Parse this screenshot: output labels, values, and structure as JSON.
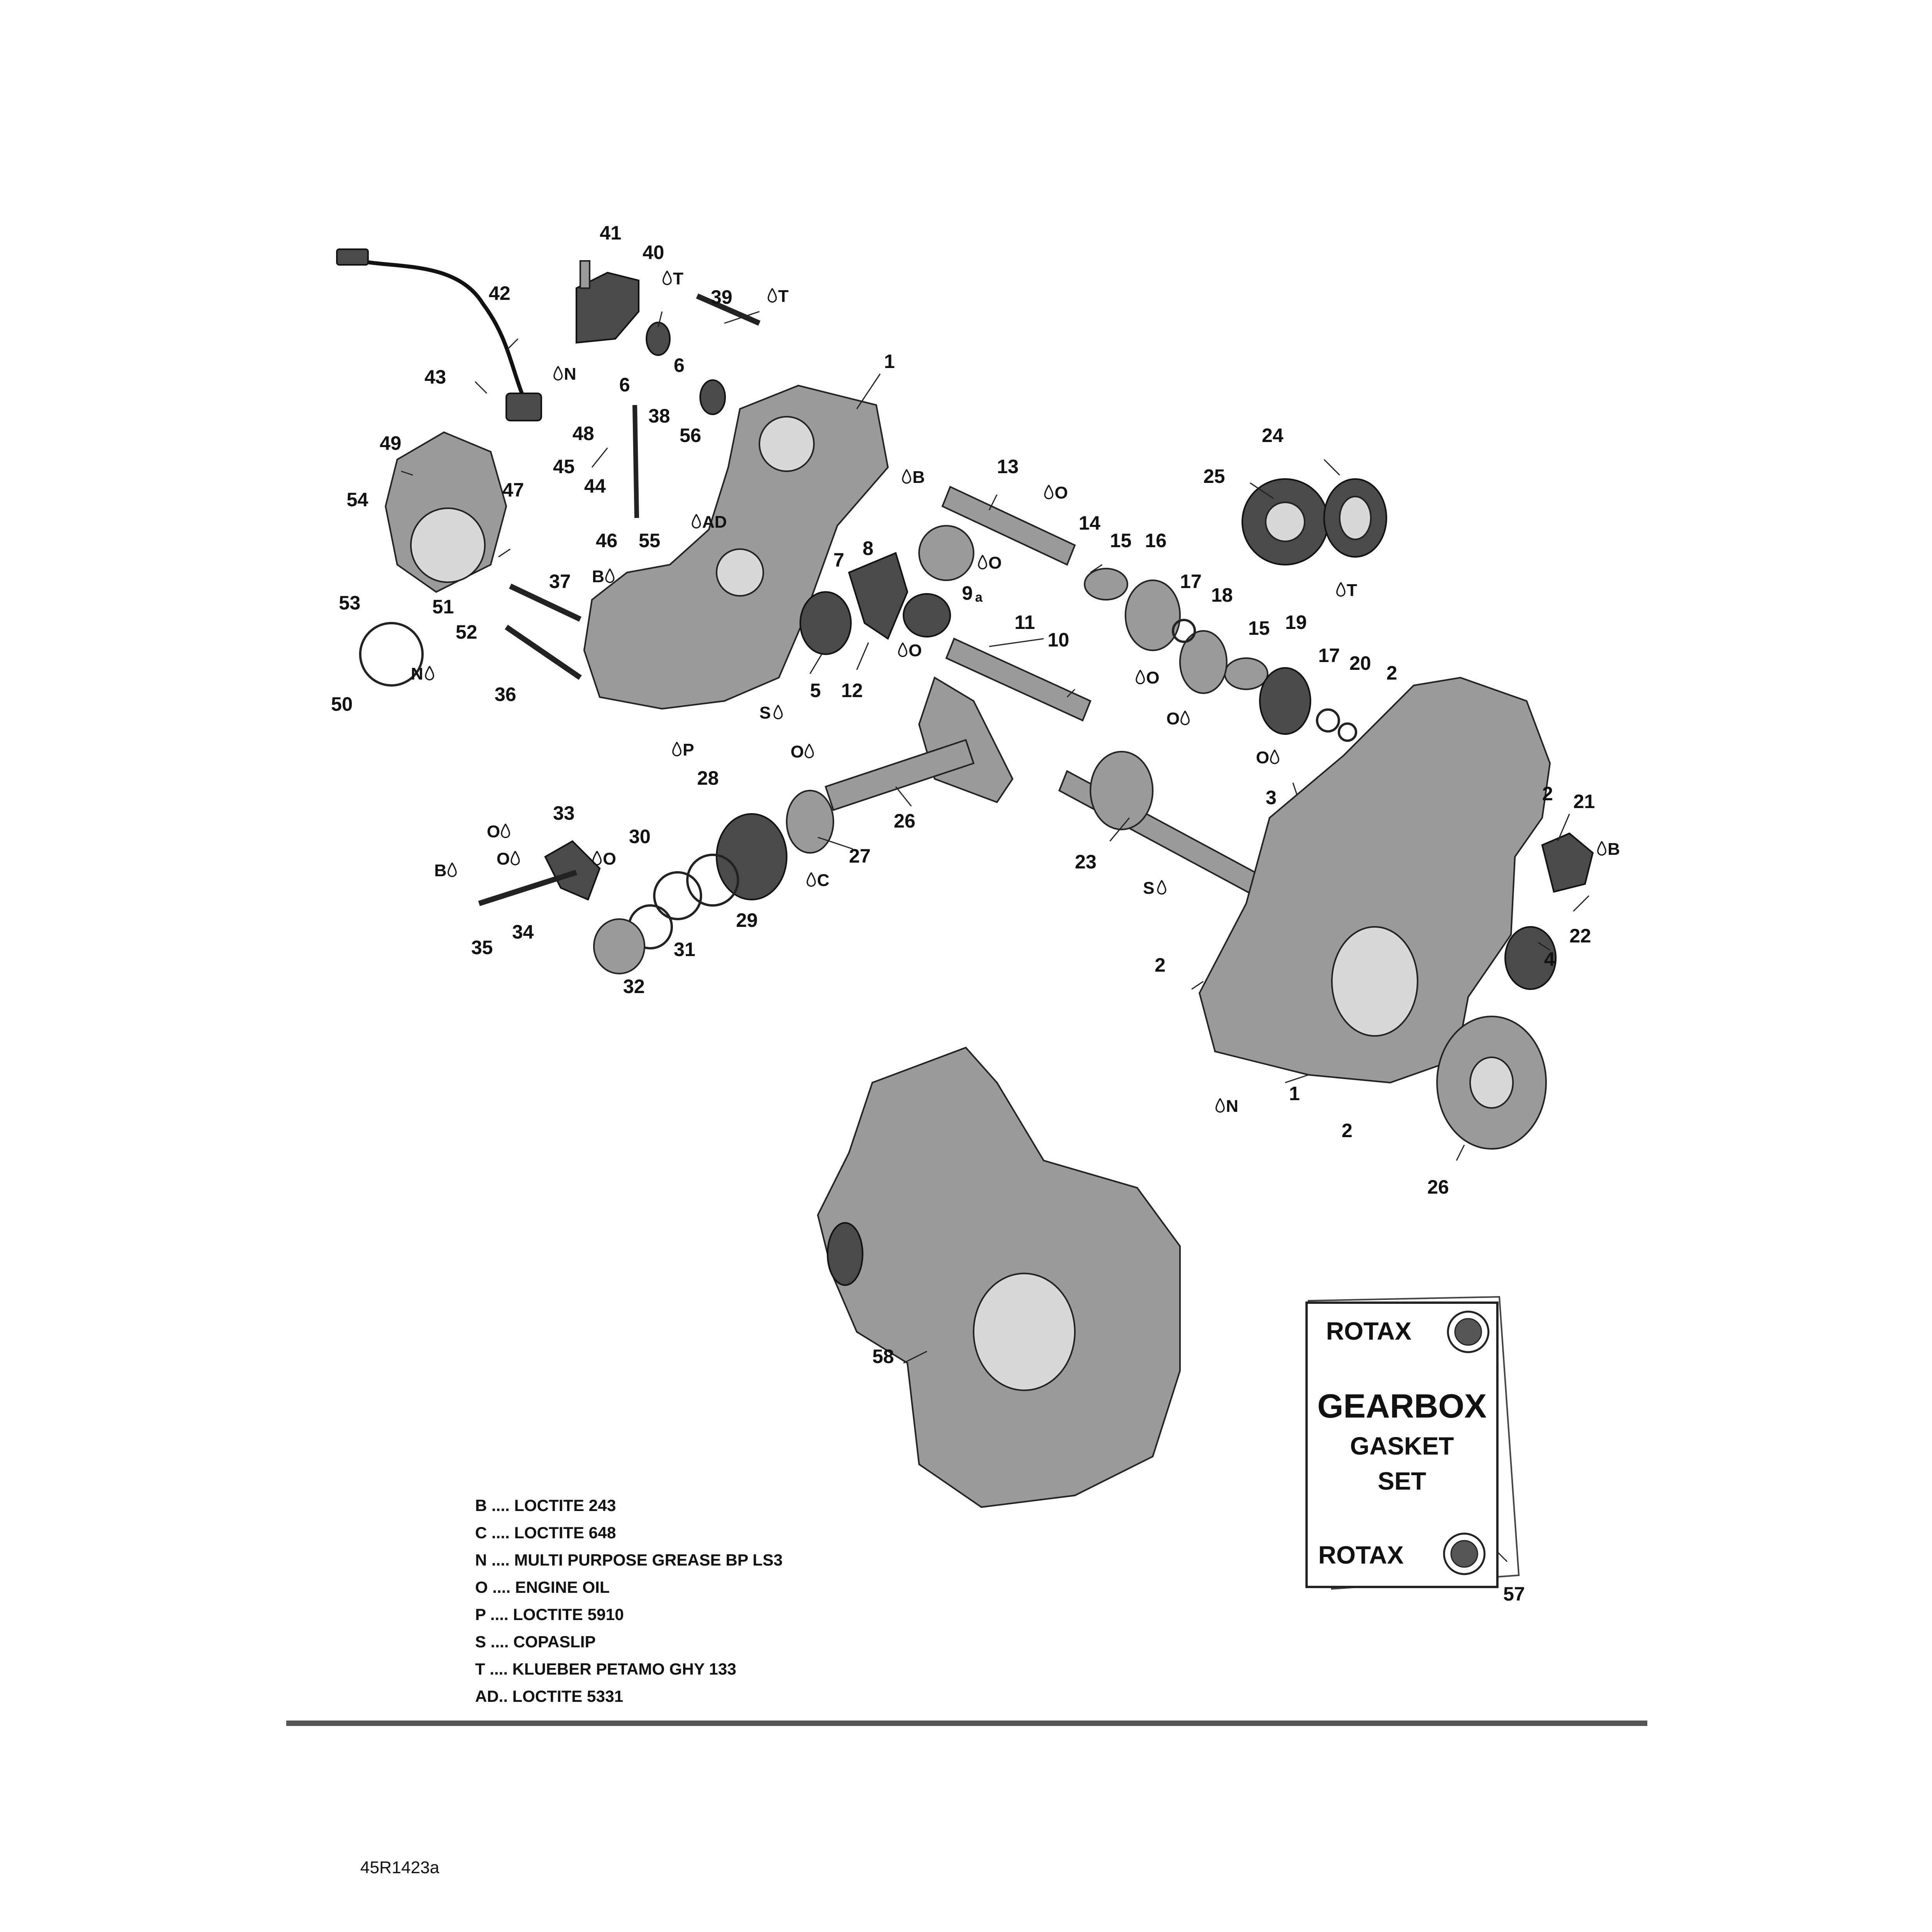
{
  "callouts": [
    {
      "id": "c1a",
      "label": "1"
    },
    {
      "id": "c1b",
      "label": "1"
    },
    {
      "id": "c2a",
      "label": "2"
    },
    {
      "id": "c2b",
      "label": "2"
    },
    {
      "id": "c2c",
      "label": "2"
    },
    {
      "id": "c2d",
      "label": "2"
    },
    {
      "id": "c3",
      "label": "3"
    },
    {
      "id": "c4",
      "label": "4"
    },
    {
      "id": "c5",
      "label": "5"
    },
    {
      "id": "c6a",
      "label": "6"
    },
    {
      "id": "c6b",
      "label": "6"
    },
    {
      "id": "c7",
      "label": "7"
    },
    {
      "id": "c8",
      "label": "8"
    },
    {
      "id": "c9",
      "label": "9"
    },
    {
      "id": "c10",
      "label": "10"
    },
    {
      "id": "c11",
      "label": "11"
    },
    {
      "id": "c12",
      "label": "12"
    },
    {
      "id": "c13",
      "label": "13"
    },
    {
      "id": "c14",
      "label": "14"
    },
    {
      "id": "c15a",
      "label": "15"
    },
    {
      "id": "c15b",
      "label": "15"
    },
    {
      "id": "c16",
      "label": "16"
    },
    {
      "id": "c17a",
      "label": "17"
    },
    {
      "id": "c17b",
      "label": "17"
    },
    {
      "id": "c18",
      "label": "18"
    },
    {
      "id": "c19",
      "label": "19"
    },
    {
      "id": "c20",
      "label": "20"
    },
    {
      "id": "c21",
      "label": "21"
    },
    {
      "id": "c22",
      "label": "22"
    },
    {
      "id": "c23",
      "label": "23"
    },
    {
      "id": "c24",
      "label": "24"
    },
    {
      "id": "c25",
      "label": "25"
    },
    {
      "id": "c26a",
      "label": "26"
    },
    {
      "id": "c26b",
      "label": "26"
    },
    {
      "id": "c27",
      "label": "27"
    },
    {
      "id": "c28",
      "label": "28"
    },
    {
      "id": "c29",
      "label": "29"
    },
    {
      "id": "c30",
      "label": "30"
    },
    {
      "id": "c31",
      "label": "31"
    },
    {
      "id": "c32",
      "label": "32"
    },
    {
      "id": "c33",
      "label": "33"
    },
    {
      "id": "c34",
      "label": "34"
    },
    {
      "id": "c35",
      "label": "35"
    },
    {
      "id": "c36",
      "label": "36"
    },
    {
      "id": "c37",
      "label": "37"
    },
    {
      "id": "c38",
      "label": "38"
    },
    {
      "id": "c39",
      "label": "39"
    },
    {
      "id": "c40",
      "label": "40"
    },
    {
      "id": "c41",
      "label": "41"
    },
    {
      "id": "c42",
      "label": "42"
    },
    {
      "id": "c43",
      "label": "43"
    },
    {
      "id": "c44",
      "label": "44"
    },
    {
      "id": "c45",
      "label": "45"
    },
    {
      "id": "c46",
      "label": "46"
    },
    {
      "id": "c47",
      "label": "47"
    },
    {
      "id": "c48",
      "label": "48"
    },
    {
      "id": "c49",
      "label": "49"
    },
    {
      "id": "c50",
      "label": "50"
    },
    {
      "id": "c51",
      "label": "51"
    },
    {
      "id": "c52",
      "label": "52"
    },
    {
      "id": "c53",
      "label": "53"
    },
    {
      "id": "c54",
      "label": "54"
    },
    {
      "id": "c55",
      "label": "55"
    },
    {
      "id": "c56",
      "label": "56"
    },
    {
      "id": "c57",
      "label": "57"
    },
    {
      "id": "c58",
      "label": "58"
    }
  ],
  "callout_suffix": {
    "nine_sub": "a"
  },
  "application_marks": [
    {
      "id": "mT1",
      "code": "T"
    },
    {
      "id": "mT2",
      "code": "T"
    },
    {
      "id": "mT3",
      "code": "T"
    },
    {
      "id": "mN1",
      "code": "N"
    },
    {
      "id": "mN2",
      "code": "N"
    },
    {
      "id": "mN3",
      "code": "N"
    },
    {
      "id": "mAD",
      "code": "AD"
    },
    {
      "id": "mB1",
      "code": "B"
    },
    {
      "id": "mB2",
      "code": "B"
    },
    {
      "id": "mB3",
      "code": "B"
    },
    {
      "id": "mB4",
      "code": "B"
    },
    {
      "id": "mO1",
      "code": "O"
    },
    {
      "id": "mO2",
      "code": "O"
    },
    {
      "id": "mO3",
      "code": "O"
    },
    {
      "id": "mO4",
      "code": "O"
    },
    {
      "id": "mO5",
      "code": "O"
    },
    {
      "id": "mO6",
      "code": "O"
    },
    {
      "id": "mO7",
      "code": "O"
    },
    {
      "id": "mO8",
      "code": "O"
    },
    {
      "id": "mO9",
      "code": "O"
    },
    {
      "id": "mO10",
      "code": "O"
    },
    {
      "id": "mS1",
      "code": "S"
    },
    {
      "id": "mS2",
      "code": "S"
    },
    {
      "id": "mP",
      "code": "P"
    },
    {
      "id": "mC",
      "code": "C"
    }
  ],
  "legend": [
    "B .... LOCTITE 243",
    "C .... LOCTITE 648",
    "N .... MULTI PURPOSE GREASE BP LS3",
    "O .... ENGINE OIL",
    "P .... LOCTITE 5910",
    "S .... COPASLIP",
    "T .... KLUEBER PETAMO GHY 133",
    "AD.. LOCTITE 5331"
  ],
  "gasket_kit": {
    "brand_top": "ROTAX",
    "title_line1": "GEARBOX",
    "title_line2": "GASKET",
    "title_line3": "SET",
    "brand_bottom": "ROTAX"
  },
  "drawing_number": "45R1423a",
  "colors": {
    "ink": "#111111",
    "metal": "#9a9a9a",
    "dark_metal": "#4a4a4a",
    "background": "#ffffff"
  }
}
